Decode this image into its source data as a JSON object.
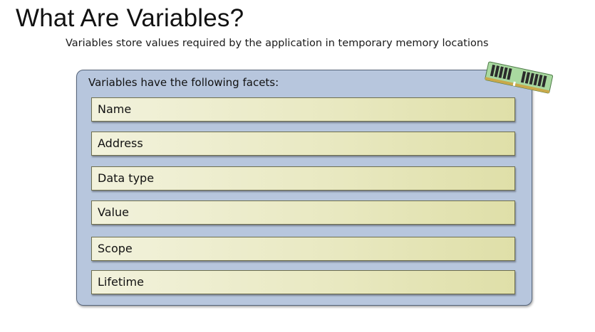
{
  "slide": {
    "title": "What Are Variables?",
    "subtitle": "Variables store values required by the application in temporary memory locations"
  },
  "panel": {
    "heading": "Variables have the following facets:",
    "facets": [
      {
        "label": "Name"
      },
      {
        "label": "Address"
      },
      {
        "label": "Data type"
      },
      {
        "label": "Value"
      },
      {
        "label": "Scope"
      },
      {
        "label": "Lifetime"
      }
    ]
  },
  "icons": {
    "memory": "memory-module-icon"
  },
  "colors": {
    "panel_fill": "#b7c6dd",
    "panel_border": "#55647a",
    "facet_fill": "#e9e9c2",
    "facet_border": "#6f6f4d",
    "memory_board": "#a9d9a0",
    "memory_chip": "#2b2b2b"
  }
}
